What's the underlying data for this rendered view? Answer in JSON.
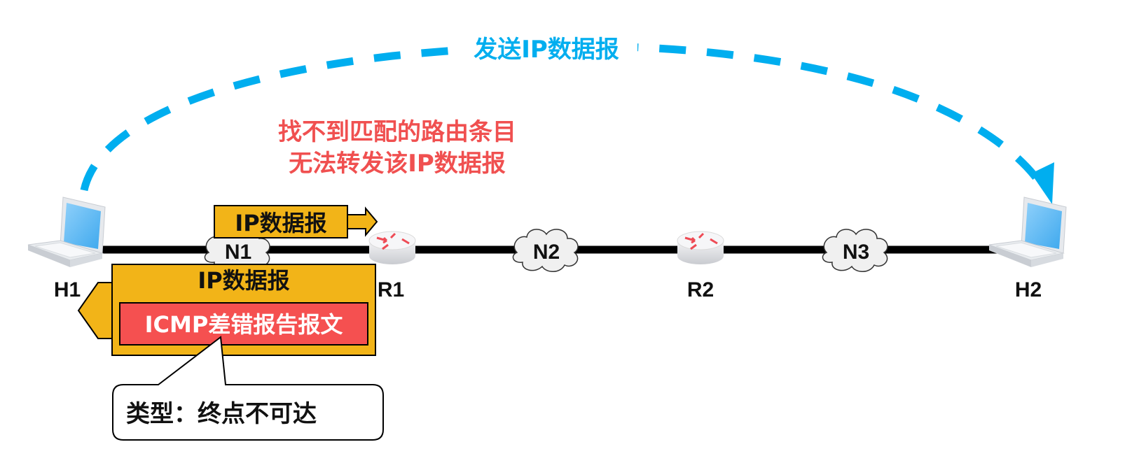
{
  "title": "发送IP数据报",
  "error_note": {
    "line1": "找不到匹配的路由条目",
    "line2": "无法转发该IP数据报"
  },
  "nodes": {
    "H1": "H1",
    "R1": "R1",
    "R2": "R2",
    "H2": "H2"
  },
  "networks": {
    "N1": "N1",
    "N2": "N2",
    "N3": "N3"
  },
  "packets": {
    "forward": "IP数据报",
    "reply_outer": "IP数据报",
    "reply_inner": "ICMP差错报告报文"
  },
  "callout": "类型：终点不可达",
  "colors": {
    "blue": "#00AEEF",
    "red_text": "#F05050",
    "packet_yellow": "#F2B418",
    "icmp_red": "#F55050",
    "link": "#000000"
  }
}
